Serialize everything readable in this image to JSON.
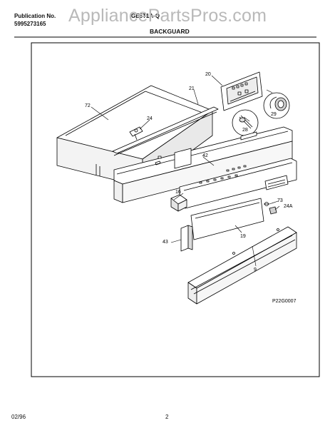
{
  "header": {
    "publication_label": "Publication No.",
    "publication_number": "5995273165",
    "model": "GE5T1A-Q",
    "section_title": "BACKGUARD"
  },
  "watermark": "AppliancePartsPros.com",
  "drawing_code": "P22G0007",
  "parts": {
    "p20": "20",
    "p21": "21",
    "p72": "72",
    "p24": "24",
    "p28": "28",
    "p29": "29",
    "p42": "42",
    "p16": "16",
    "p73": "73",
    "p24a": "24A",
    "p43": "43",
    "p19": "19",
    "p9": "9"
  },
  "footer": {
    "date": "02/96",
    "page_number": "2"
  }
}
